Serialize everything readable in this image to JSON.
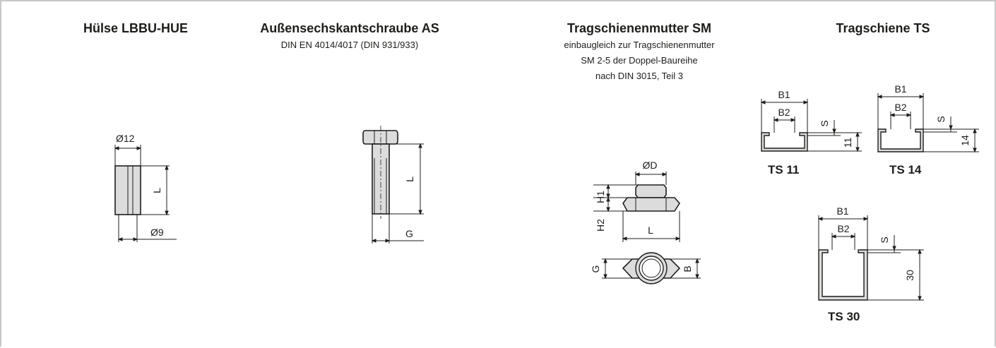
{
  "columns": [
    {
      "title": "Hülse LBBU-HUE",
      "subtitle": []
    },
    {
      "title": "Außensechskantschraube AS",
      "subtitle": [
        "DIN EN 4014/4017 (DIN 931/933)"
      ]
    },
    {
      "title": "Tragschienenmutter SM",
      "subtitle": [
        "einbaugleich zur Tragschienenmutter",
        "SM 2-5 der Doppel-Baureihe",
        "nach DIN 3015, Teil 3"
      ]
    },
    {
      "title": "Tragschiene TS",
      "subtitle": []
    }
  ],
  "dims": {
    "sleeve": {
      "d_outer": "Ø12",
      "length": "L",
      "d_inner": "Ø9"
    },
    "bolt": {
      "length": "L",
      "thread": "G"
    },
    "nut": {
      "d": "ØD",
      "h1": "H1",
      "h2": "H2",
      "length": "L",
      "thread": "G",
      "width": "B"
    },
    "rail": {
      "b1": "B1",
      "b2": "B2",
      "s": "S"
    }
  },
  "rails": [
    {
      "name": "TS 11",
      "height": "11"
    },
    {
      "name": "TS 14",
      "height": "14"
    },
    {
      "name": "TS 30",
      "height": "30"
    }
  ],
  "colors": {
    "fill": "#dcdcdc",
    "line": "#1d1d1b",
    "frame": "#c8c8c8"
  }
}
